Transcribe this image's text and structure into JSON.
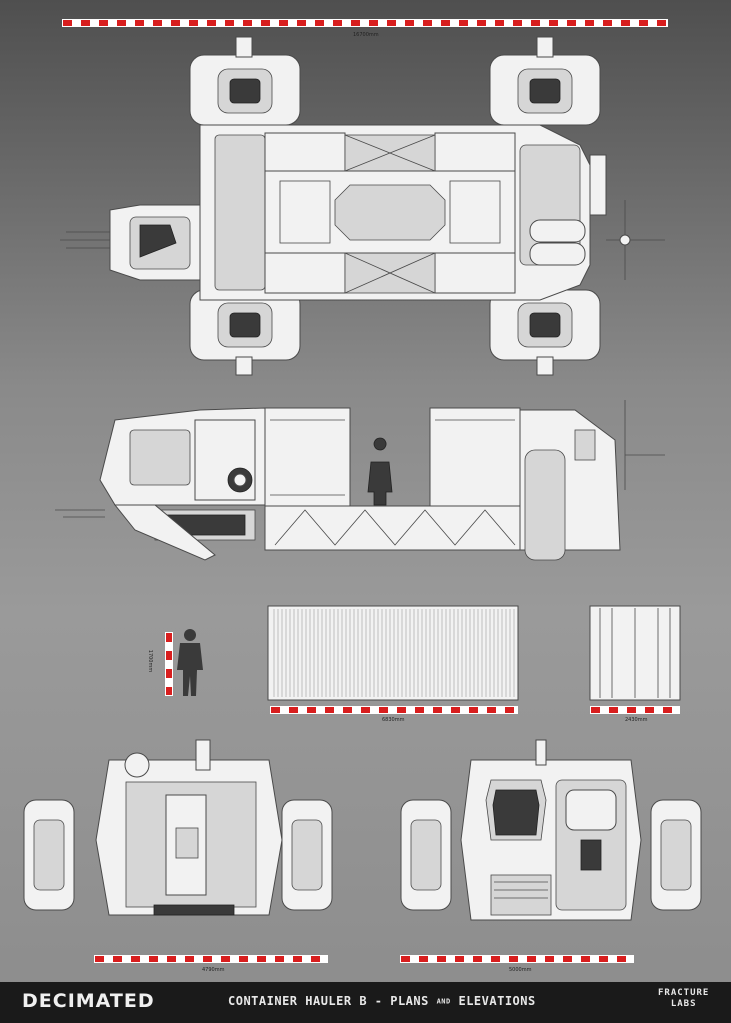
{
  "dimensions": {
    "overall_length": "16700mm",
    "container_length": "6830mm",
    "container_width": "2430mm",
    "rear_width": "4790mm",
    "front_width": "5000mm",
    "figure_height": "1700mm"
  },
  "footer": {
    "brand": "DECIMATED",
    "title_part1": "CONTAINER HAULER B - PLANS",
    "title_amp": "AND",
    "title_part2": "ELEVATIONS",
    "studio_line1": "FRACTURE",
    "studio_line2": "LABS"
  },
  "colors": {
    "ruler_red": "#d81e1e",
    "ruler_white": "#ffffff",
    "linework": "#4a4a4a",
    "footer_bg": "#1a1a1a"
  }
}
